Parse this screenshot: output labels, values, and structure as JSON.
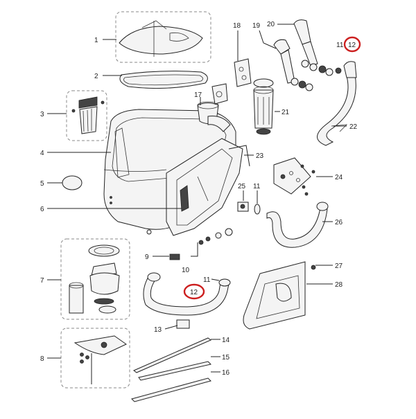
{
  "labels": {
    "p1": "1",
    "p2": "2",
    "p3": "3",
    "p4": "4",
    "p5": "5",
    "p6": "6",
    "p7": "7",
    "p8": "8",
    "p9": "9",
    "p10": "10",
    "p11a": "11",
    "p11b": "11",
    "p11c": "11",
    "p12a": "12",
    "p12b": "12",
    "p13": "13",
    "p14": "14",
    "p15": "15",
    "p16": "16",
    "p17": "17",
    "p18": "18",
    "p19": "19",
    "p20": "20",
    "p21": "21",
    "p22": "22",
    "p23": "23",
    "p24": "24",
    "p25": "25",
    "p26": "26",
    "p27": "27",
    "p28": "28"
  },
  "highlighted_labels": [
    "12",
    "12"
  ],
  "colors": {
    "highlight": "#cc1f1f",
    "line": "#222222",
    "box": "#888888"
  }
}
